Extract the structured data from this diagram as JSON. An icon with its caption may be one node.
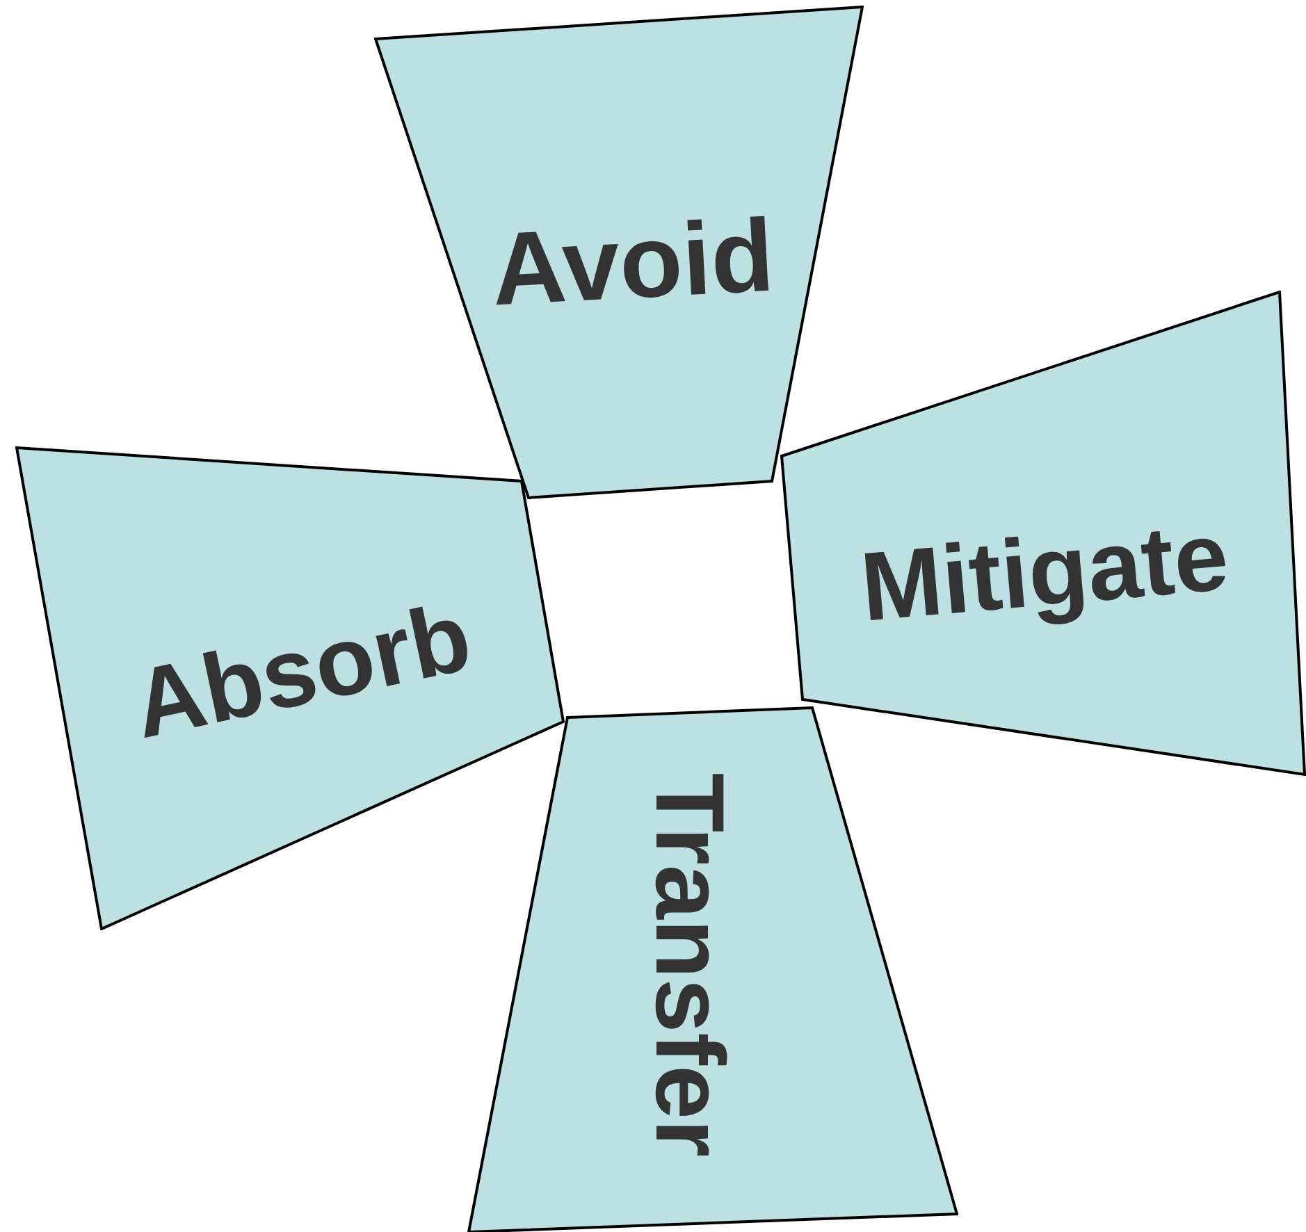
{
  "diagram": {
    "nodes": [
      {
        "text": [
          "Avoid"
        ]
      },
      {
        "text": [
          "Mitigate"
        ]
      },
      {
        "text": [
          "Absorb"
        ]
      },
      {
        "text": [
          "Transfer"
        ]
      }
    ]
  }
}
